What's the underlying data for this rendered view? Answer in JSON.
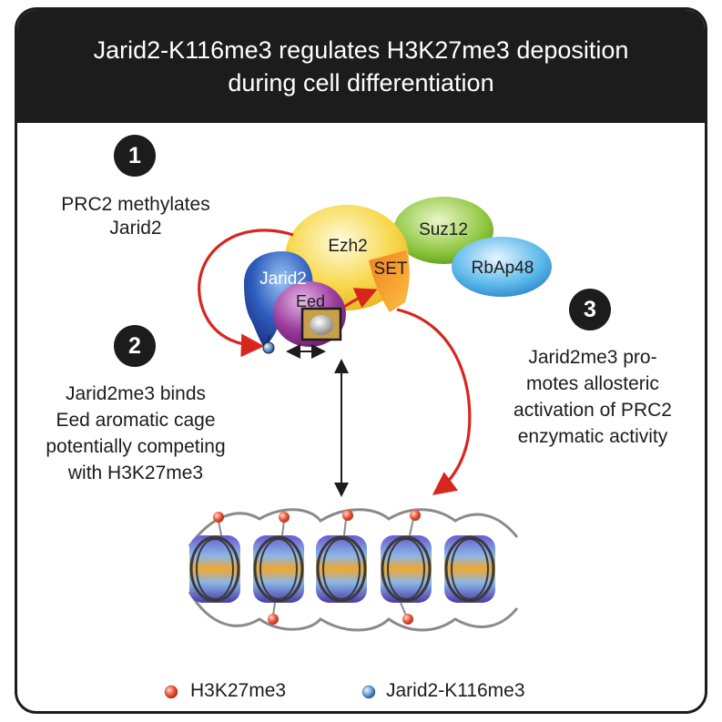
{
  "header": {
    "line1": "Jarid2-K116me3 regulates H3K27me3 deposition",
    "line2": "during cell differentiation"
  },
  "steps": [
    {
      "number": "1",
      "lines": [
        "PRC2 methylates",
        "Jarid2"
      ]
    },
    {
      "number": "2",
      "lines": [
        "Jarid2me3 binds",
        "Eed aromatic cage",
        "potentially competing",
        "with H3K27me3"
      ]
    },
    {
      "number": "3",
      "lines": [
        "Jarid2me3 pro-",
        "motes allosteric",
        "activation of PRC2",
        "enzymatic activity"
      ]
    }
  ],
  "proteins": {
    "jarid2": "Jarid2",
    "ezh2": "Ezh2",
    "suz12": "Suz12",
    "rbap48": "RbAp48",
    "eed": "Eed",
    "set": "SET"
  },
  "legend": {
    "h3k27me3": "H3K27me3",
    "jarid2_k116me3": "Jarid2-K116me3"
  },
  "colors": {
    "arrow_red": "#d7261e",
    "header_bg": "#1c1c1c",
    "h3k27me3_dot": "#e8563c",
    "jarid2_dot": "#6a9fd4"
  }
}
